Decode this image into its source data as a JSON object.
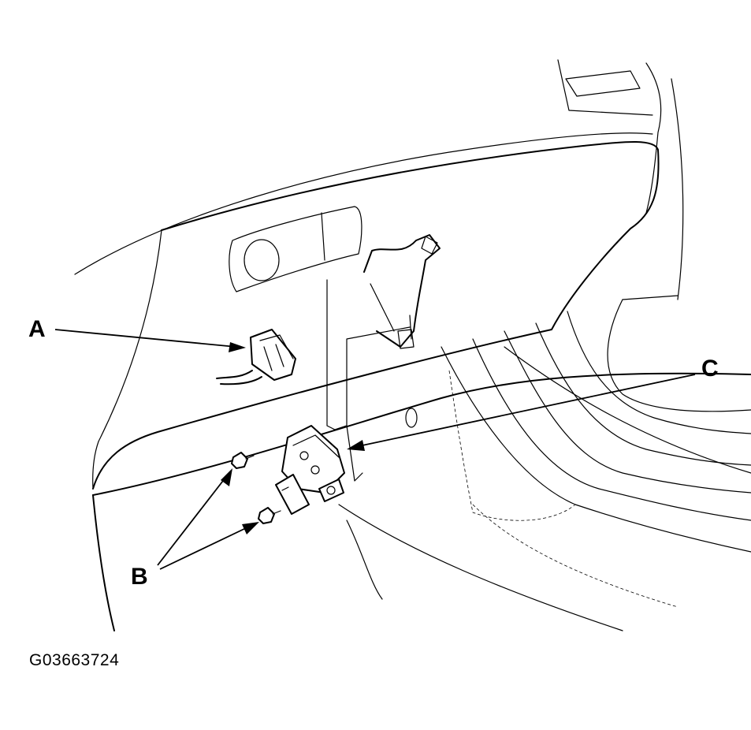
{
  "diagram": {
    "callouts": {
      "a": "A",
      "b": "B",
      "c": "C"
    },
    "figure_id": "G03663724"
  }
}
